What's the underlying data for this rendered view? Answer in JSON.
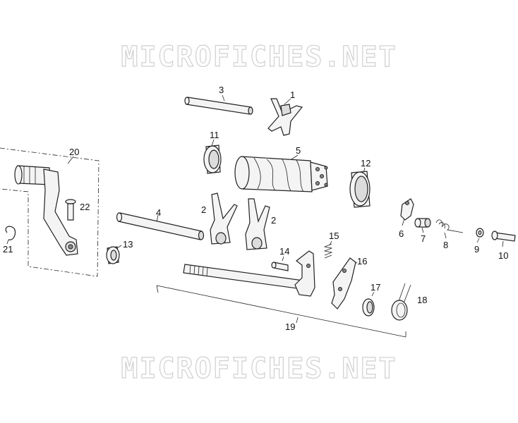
{
  "watermark": {
    "top": "MICROFICHES.NET",
    "bottom": "MICROFICHES.NET"
  },
  "callouts": [
    {
      "id": "1",
      "text": "1"
    },
    {
      "id": "2a",
      "text": "2"
    },
    {
      "id": "2b",
      "text": "2"
    },
    {
      "id": "3",
      "text": "3"
    },
    {
      "id": "4",
      "text": "4"
    },
    {
      "id": "5",
      "text": "5"
    },
    {
      "id": "6",
      "text": "6"
    },
    {
      "id": "7",
      "text": "7"
    },
    {
      "id": "8",
      "text": "8"
    },
    {
      "id": "9",
      "text": "9"
    },
    {
      "id": "10",
      "text": "10"
    },
    {
      "id": "11",
      "text": "11"
    },
    {
      "id": "12",
      "text": "12"
    },
    {
      "id": "13",
      "text": "13"
    },
    {
      "id": "14",
      "text": "14"
    },
    {
      "id": "15",
      "text": "15"
    },
    {
      "id": "16",
      "text": "16"
    },
    {
      "id": "17",
      "text": "17"
    },
    {
      "id": "18",
      "text": "18"
    },
    {
      "id": "19",
      "text": "19"
    },
    {
      "id": "20",
      "text": "20"
    },
    {
      "id": "21",
      "text": "21"
    },
    {
      "id": "22",
      "text": "22"
    }
  ]
}
